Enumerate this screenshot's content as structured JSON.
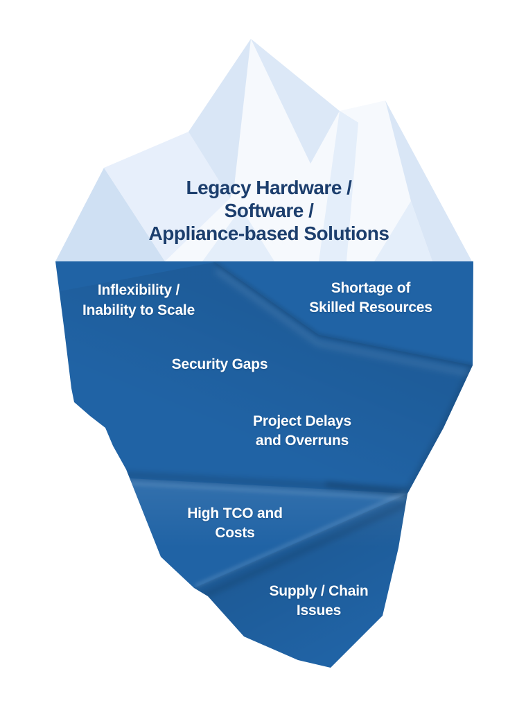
{
  "title": {
    "lines": [
      "Legacy Hardware /",
      "Software /",
      "Appliance-based Solutions"
    ]
  },
  "labels": {
    "inflexibility": {
      "lines": [
        "Inflexibility /",
        "Inability to Scale"
      ]
    },
    "shortage": {
      "lines": [
        "Shortage of",
        "Skilled Resources"
      ]
    },
    "security": {
      "lines": [
        "Security Gaps"
      ]
    },
    "project_delays": {
      "lines": [
        "Project Delays",
        "and Overruns"
      ]
    },
    "high_tco": {
      "lines": [
        "High TCO and",
        "Costs"
      ]
    },
    "supply_chain": {
      "lines": [
        "Supply / Chain",
        "Issues"
      ]
    }
  },
  "colors": {
    "background": "#ffffff",
    "ice_white": "#f6f9fd",
    "facet_pale": "#d9e6f6",
    "facet_mid": "#e7effb",
    "facet_deep": "#cfe0f3",
    "facet_soft": "#e4eefa",
    "facet_band": "#dce8f7",
    "water_base": "#2063a5",
    "title_text": "#1c3e6d",
    "label_text": "#ffffff"
  }
}
